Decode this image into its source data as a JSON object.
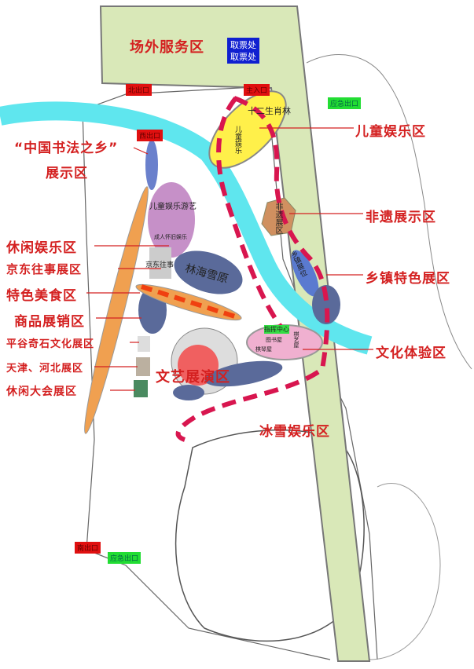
{
  "zones": {
    "offsite_service": "场外服务区",
    "ticket_1": "取票处",
    "ticket_2": "取票处",
    "children": "儿童娱乐区",
    "calligraphy_1": "“中国书法之乡”",
    "calligraphy_2": "展示区",
    "leisure": "休闲娱乐区",
    "jingdong": "京东往事展区",
    "food": "特色美食区",
    "goods": "商品展销区",
    "stone": "平谷奇石文化展区",
    "tianjin": "天津、河北展区",
    "conference": "休闲大会展区",
    "heritage": "非遗展示区",
    "township": "乡镇特色展区",
    "culture": "文化体验区",
    "performance": "文艺展演区",
    "snow": "冰雪娱乐区"
  },
  "gates": {
    "north": "北出口",
    "main": "主入口",
    "west": "西出口",
    "south": "南出口",
    "emergency_top": "应急出口",
    "emergency_bottom": "应急出口"
  },
  "small_labels": {
    "zodiac": "十二生肖林",
    "kids_play": "儿童娱乐",
    "kids_rides": "儿童娱乐游艺",
    "adult": "成人怀旧娱乐",
    "jd_past": "京东往事",
    "forest": "林海雪原",
    "heritage_oval": "非遗展区",
    "township_oval": "乡镇展位",
    "command": "指挥中心",
    "library": "图书屋",
    "chess": "棋琴屋",
    "art": "棋艺屋"
  },
  "colors": {
    "service_area": "#d9e8b8",
    "river": "#5fe6ee",
    "route": "#d8164f",
    "label_red": "#d42020",
    "zone_blue": "#5a6a9a",
    "zone_orange": "#f0a050",
    "zone_yellow": "#fff04a",
    "zone_pink": "#e8a0c8"
  }
}
